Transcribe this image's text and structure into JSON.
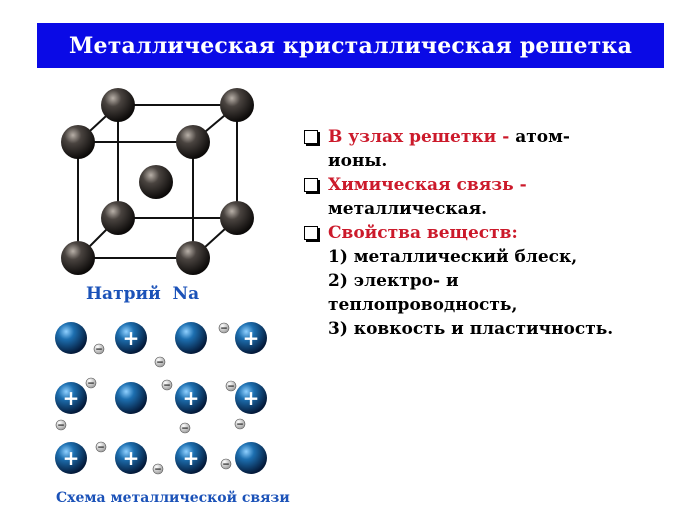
{
  "title": "Металлическая кристаллическая решетка",
  "bullets": [
    {
      "red": "В узлах решетки -",
      "black_inline": "атом-",
      "lines": [
        "ионы."
      ]
    },
    {
      "red": "Химическая связь -",
      "black_inline": "",
      "lines": [
        "металлическая."
      ]
    },
    {
      "red": "Свойства веществ:",
      "black_inline": "",
      "lines": [
        "1) металлический блеск,",
        "2) электро- и",
        "теплопроводность,",
        "3) ковкость и пластичность."
      ]
    }
  ],
  "sodium_label": "Натрий  Na",
  "scheme_label": "Схема металлической связи",
  "colors": {
    "title_bg": "#0a0ae6",
    "red_text": "#cc1a2b",
    "label_blue": "#1b52b8"
  },
  "icons": {
    "ion": "plus-sign-ion",
    "electron": "minus-sign-electron"
  }
}
